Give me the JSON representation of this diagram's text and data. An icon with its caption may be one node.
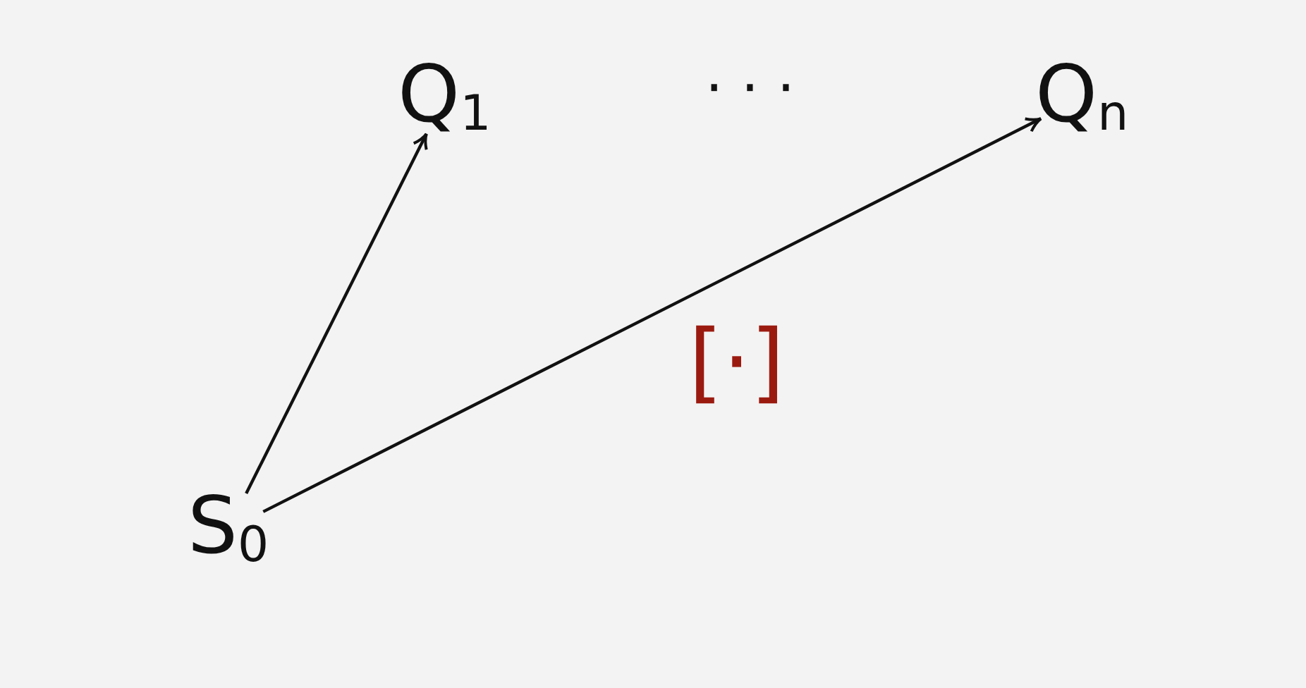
{
  "diagram": {
    "nodes": [
      {
        "text": [
          "S$_{0}$"
        ]
      },
      {
        "text": [
          "Q$_{1}$"
        ]
      },
      {
        "text": [
          "Q$_{n}$"
        ]
      }
    ],
    "edges": [
      {
        "from": 0,
        "to": 1,
        "arrow": "to"
      },
      {
        "from": 0,
        "to": 2,
        "arrow": "to",
        "label": "[·]"
      }
    ],
    "labels": [
      "· · ·"
    ]
  }
}
